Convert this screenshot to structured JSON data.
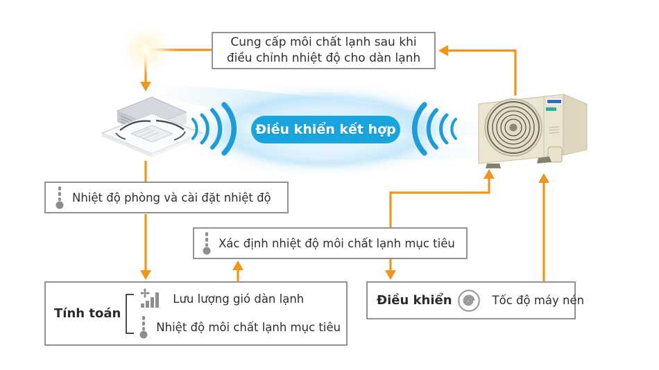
{
  "colors": {
    "arrow_orange": "#EF951B",
    "signal_blue": "#1F9CD8",
    "pill_blue": "#18A5DF",
    "box_border_gray": "#8F9396",
    "text_dark": "#2E2E2E",
    "icon_gray": "#8E8E8E"
  },
  "top_box": {
    "line1": "Cung cấp môi chất lạnh sau khi",
    "line2": "điều chỉnh nhiệt độ cho dàn lạnh"
  },
  "center_pill": {
    "label": "Điều khiển kết hợp"
  },
  "boxes": {
    "room_temp": {
      "icon": "thermometer-icon",
      "label": "Nhiệt độ phòng và cài đặt nhiệt độ"
    },
    "target_temp": {
      "icon": "thermometer-icon",
      "label": "Xác định nhiệt độ môi chất lạnh mục tiêu"
    },
    "calc": {
      "title": "Tính toán",
      "items": [
        {
          "icon": "fan-airflow-icon",
          "label": "Lưu lượng gió dàn lạnh"
        },
        {
          "icon": "thermometer-icon",
          "label": "Nhiệt độ môi chất lạnh mục tiêu"
        }
      ]
    },
    "control": {
      "title": "Điều khiển",
      "icon": "compressor-spiral-icon",
      "label": "Tốc độ máy nén"
    }
  },
  "devices": {
    "indoor_unit": "ceiling-cassette-indoor-unit",
    "outdoor_unit": "outdoor-condenser-unit"
  }
}
